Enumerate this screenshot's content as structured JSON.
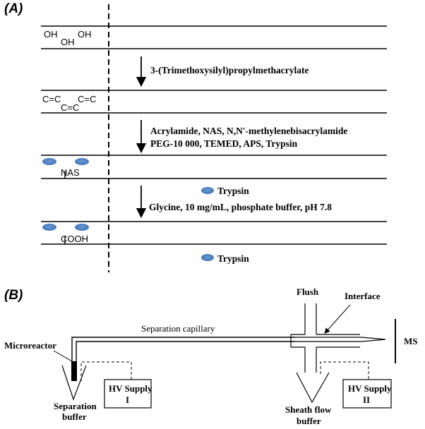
{
  "panel_a": {
    "label": "(A)",
    "stage1": {
      "groups": [
        "OH",
        "OH",
        "OH"
      ]
    },
    "step1": {
      "reagent": "3-(Trimethoxysilyl)propylmethacrylate"
    },
    "stage2": {
      "groups": [
        "C=C",
        "C=C",
        "C=C"
      ]
    },
    "step2": {
      "reagent_line1": "Acrylamide, NAS, N,N′-methylenebisacrylamide",
      "reagent_line2": "PEG-10 000, TEMED, APS, Trypsin"
    },
    "stage3": {
      "group": "NAS",
      "enzyme": "Trypsin"
    },
    "step3": {
      "reagent": "Glycine, 10 mg/mL, phosphate buffer, pH 7.8"
    },
    "stage4": {
      "group": "COOH",
      "enzyme": "Trypsin"
    }
  },
  "panel_b": {
    "label": "(B)",
    "flush": "Flush",
    "interface": "Interface",
    "separation_capillary": "Separation capillary",
    "microreactor": "Microreactor",
    "ms": "MS",
    "hv_supply_1": {
      "line1": "HV Supply",
      "line2": "I"
    },
    "hv_supply_2": {
      "line1": "HV Supply",
      "line2": "II"
    },
    "separation_buffer": {
      "line1": "Separation",
      "line2": "buffer"
    },
    "sheath_flow_buffer": {
      "line1": "Sheath flow",
      "line2": "buffer"
    }
  },
  "colors": {
    "enzyme": "#4a7fc1",
    "line": "#000000"
  }
}
